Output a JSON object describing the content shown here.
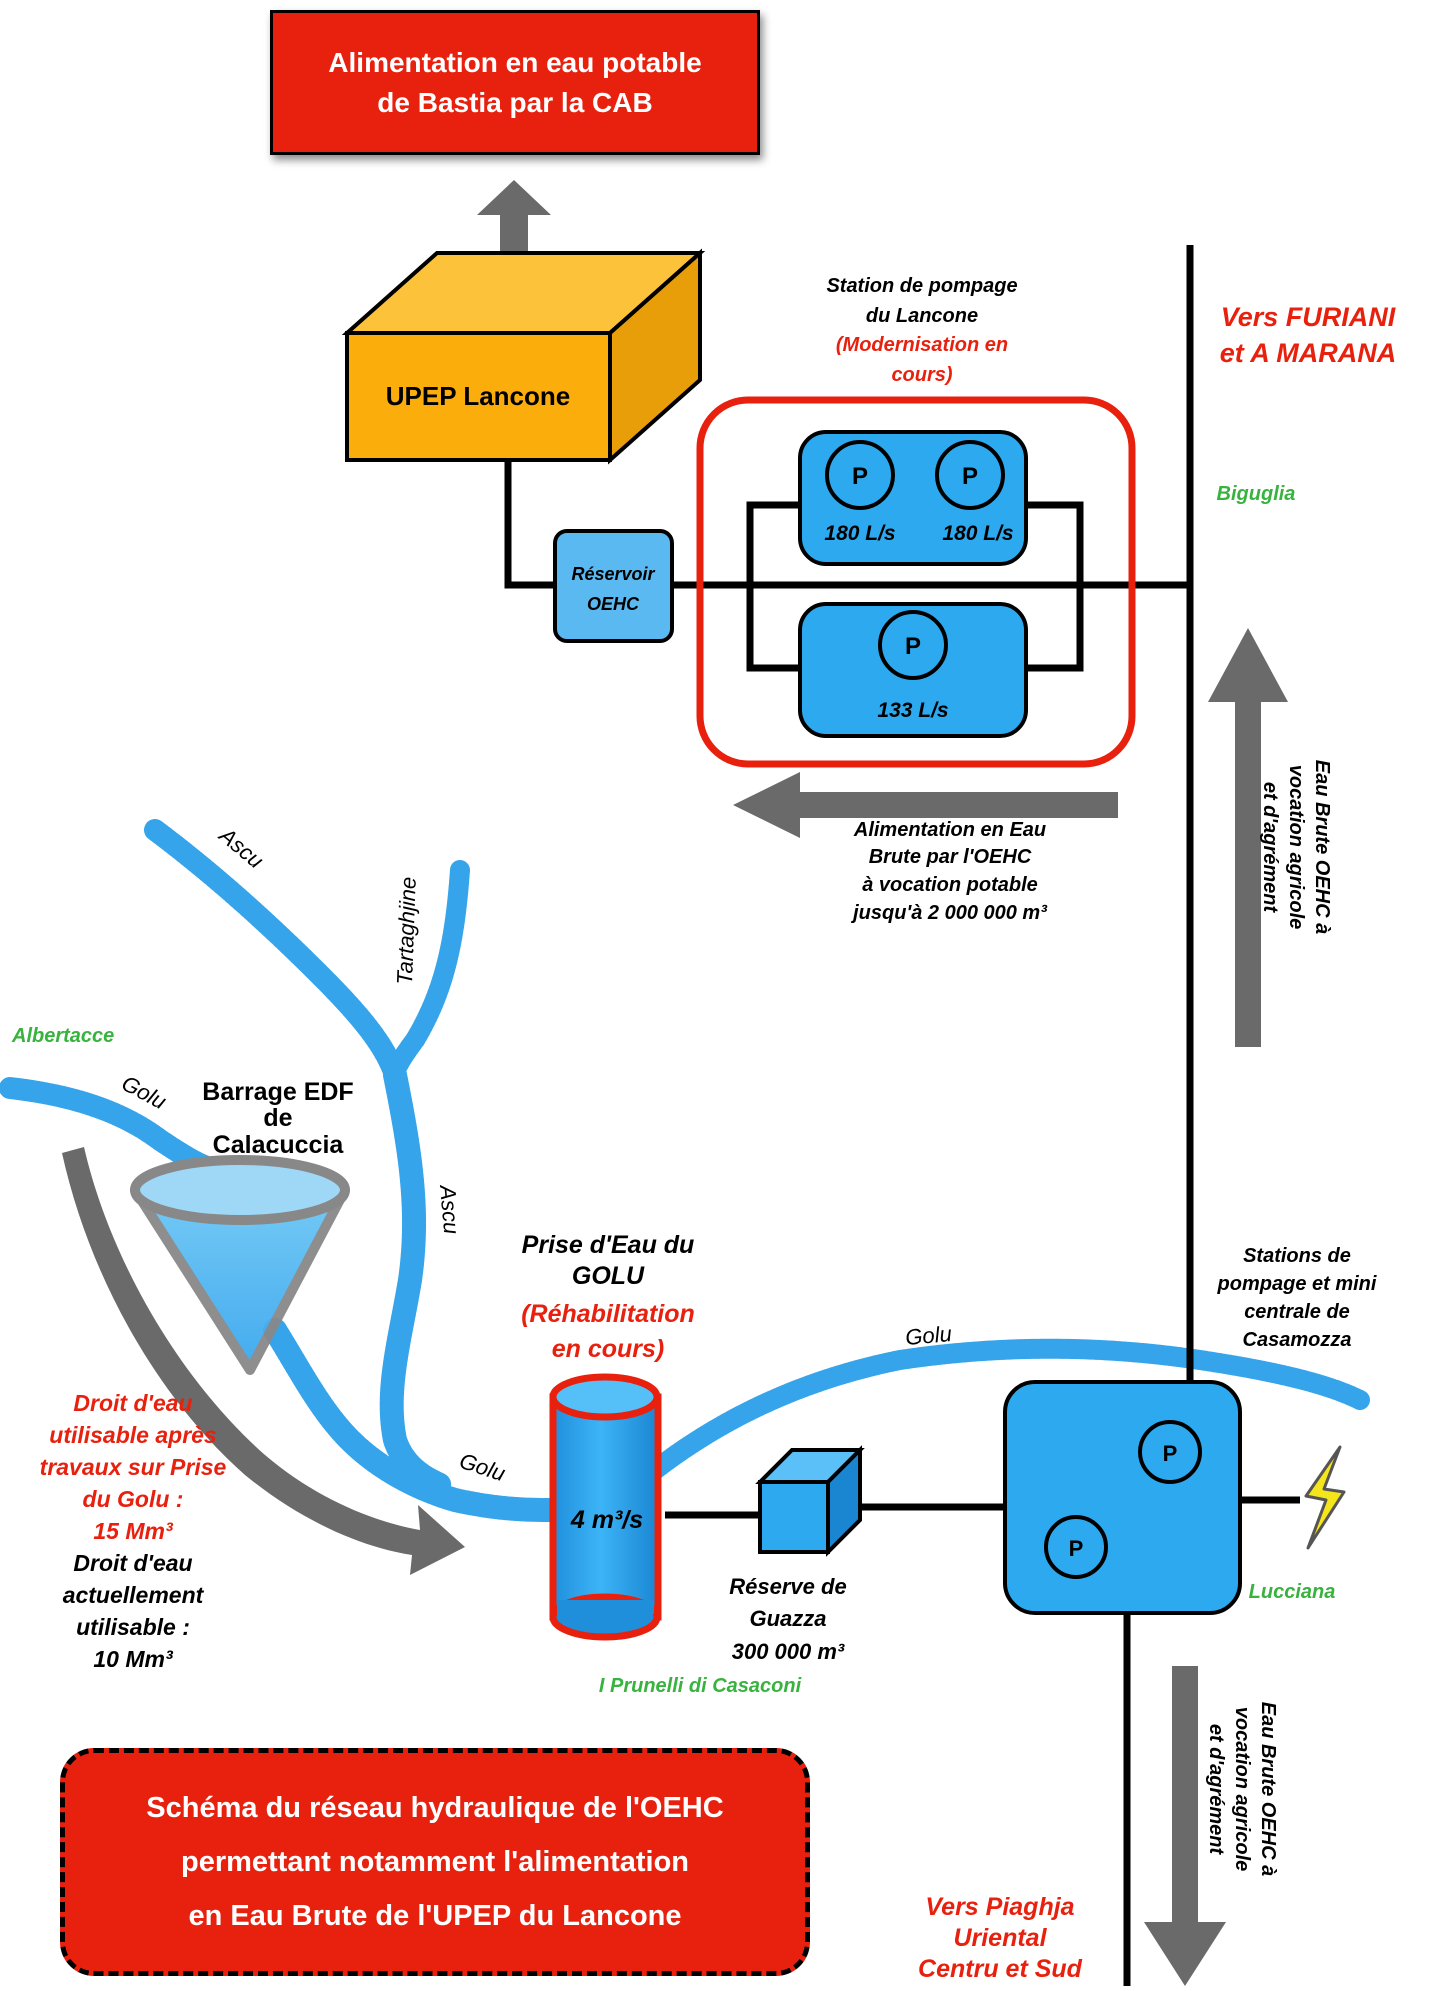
{
  "colors": {
    "water_blue": "#2da9f0",
    "river_blue": "#35a4ea",
    "alert_red": "#e8210f",
    "upep_orange": "#fbae0b",
    "arrow_gray": "#6a6a6a",
    "place_green": "#39b33f",
    "lightning_yellow": "#f5e51c"
  },
  "title_box": {
    "line1": "Alimentation en eau potable",
    "line2": "de Bastia par la CAB"
  },
  "upep": {
    "label": "UPEP Lancone"
  },
  "reservoir": {
    "line1": "Réservoir",
    "line2": "OEHC"
  },
  "lancone_station": {
    "line1": "Station de pompage",
    "line2": "du Lancone",
    "status_line1": "(Modernisation en",
    "status_line2": "cours)",
    "pumps": [
      {
        "symbol": "P",
        "flow": "180 L/s"
      },
      {
        "symbol": "P",
        "flow": "180 L/s"
      },
      {
        "symbol": "P",
        "flow": "133 L/s"
      }
    ]
  },
  "north_destination": {
    "line1": "Vers FURIANI",
    "line2": "et A MARANA"
  },
  "places": {
    "biguglia": "Biguglia",
    "albertacce": "Albertacce",
    "lucciana": "Lucciana",
    "prunelli": "I Prunelli di Casaconi"
  },
  "feed_note": {
    "line1": "Alimentation en Eau",
    "line2": "Brute par l'OEHC",
    "line3": "à vocation potable",
    "line4": "jusqu'à 2 000 000 m³"
  },
  "vertical_note_upper": {
    "line1": "Eau Brute OEHC à",
    "line2": "vocation agricole",
    "line3": "et d'agrément"
  },
  "vertical_note_lower": {
    "line1": "Eau Brute OEHC à",
    "line2": "vocation agricole",
    "line3": "et d'agrément"
  },
  "rivers": {
    "ascu_top": "Ascu",
    "tartaghjine": "Tartaghjine",
    "golu_west": "Golu",
    "ascu_mid": "Ascu",
    "golu_lower": "Golu",
    "golu_east": "Golu"
  },
  "dam": {
    "line1": "Barrage EDF",
    "line2": "de",
    "line3": "Calacuccia"
  },
  "water_rights": {
    "future_line1": "Droit d'eau",
    "future_line2": "utilisable après",
    "future_line3": "travaux sur Prise",
    "future_line4": "du Golu :",
    "future_line5": "15 Mm³",
    "current_line1": "Droit d'eau",
    "current_line2": "actuellement",
    "current_line3": "utilisable :",
    "current_line4": "10 Mm³"
  },
  "intake": {
    "line1": "Prise d'Eau du",
    "line2": "GOLU",
    "status_line1": "(Réhabilitation",
    "status_line2": "en cours)",
    "capacity": "4 m³/s"
  },
  "reserve": {
    "line1": "Réserve de",
    "line2": "Guazza",
    "line3": "300 000 m³"
  },
  "casamozza": {
    "line1": "Stations de",
    "line2": "pompage et mini",
    "line3": "centrale de",
    "line4": "Casamozza",
    "pumps": [
      {
        "symbol": "P"
      },
      {
        "symbol": "P"
      }
    ]
  },
  "south_destination": {
    "line1": "Vers Piaghja",
    "line2": "Uriental",
    "line3": "Centru et Sud"
  },
  "legend": {
    "line1": "Schéma du réseau hydraulique de l'OEHC",
    "line2": "permettant notamment l'alimentation",
    "line3": "en Eau Brute de l'UPEP du Lancone"
  }
}
